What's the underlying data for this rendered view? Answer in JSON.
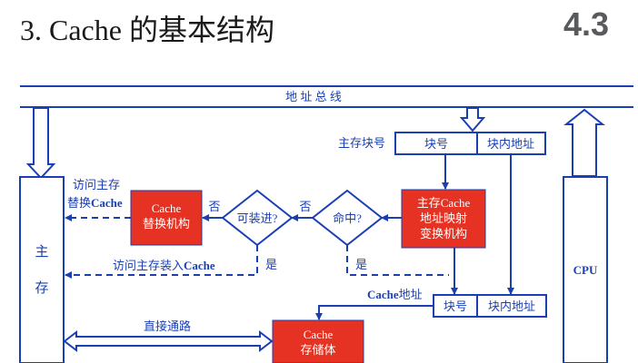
{
  "header": {
    "title": "3. Cache 的基本结构",
    "section": "4.3"
  },
  "diagram": {
    "address_bus": "地 址 总 线",
    "main_mem_block_no": "主存块号",
    "block_no": "块号",
    "in_block_addr": "块内地址",
    "access_main_replace_line1": "访问主存",
    "access_main_replace_line2a": "替换",
    "access_main_replace_line2b": "Cache",
    "replace_box_line1": "Cache",
    "replace_box_line2": "替换机构",
    "no_1": "否",
    "no_2": "否",
    "can_load": "可装进?",
    "hit": "命中?",
    "map_line1": "主存Cache",
    "map_line2": "地址映射",
    "map_line3": "变换机构",
    "main_mem_char1": "主",
    "main_mem_char2": "存",
    "access_main_load_prefix": "访问主存装入",
    "access_main_load_bold": "Cache",
    "yes_1": "是",
    "yes_2": "是",
    "cpu": "CPU",
    "cache_addr_bold": "Cache",
    "cache_addr_suffix": "地址",
    "block_no_2": "块号",
    "in_block_addr_2": "块内地址",
    "direct_path": "直接通路",
    "storage_line1": "Cache",
    "storage_line2": "存储体"
  },
  "colors": {
    "line": "#1a3fb3",
    "red_box": "#e53222",
    "title": "#1a1a1a",
    "section": "#585a5e"
  }
}
